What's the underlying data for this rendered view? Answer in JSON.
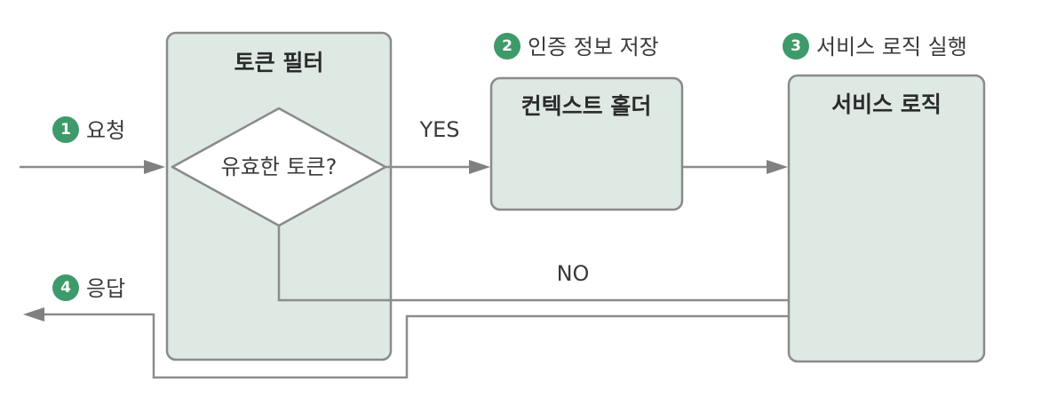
{
  "steps": {
    "request": {
      "num": "1",
      "label": "요청"
    },
    "store": {
      "num": "2",
      "label": "인증 정보 저장"
    },
    "execute": {
      "num": "3",
      "label": "서비스 로직 실행"
    },
    "response": {
      "num": "4",
      "label": "응답"
    }
  },
  "boxes": {
    "token_filter": "토큰 필터",
    "context_holder": "컨텍스트 홀더",
    "service_logic": "서비스 로직"
  },
  "decision": {
    "question": "유효한 토큰?"
  },
  "edges": {
    "yes": "YES",
    "no": "NO"
  },
  "colors": {
    "badge": "#3e9a6a",
    "box_fill": "#dde9e2",
    "box_stroke": "#8a8a8a",
    "line": "#8c8c8c"
  }
}
